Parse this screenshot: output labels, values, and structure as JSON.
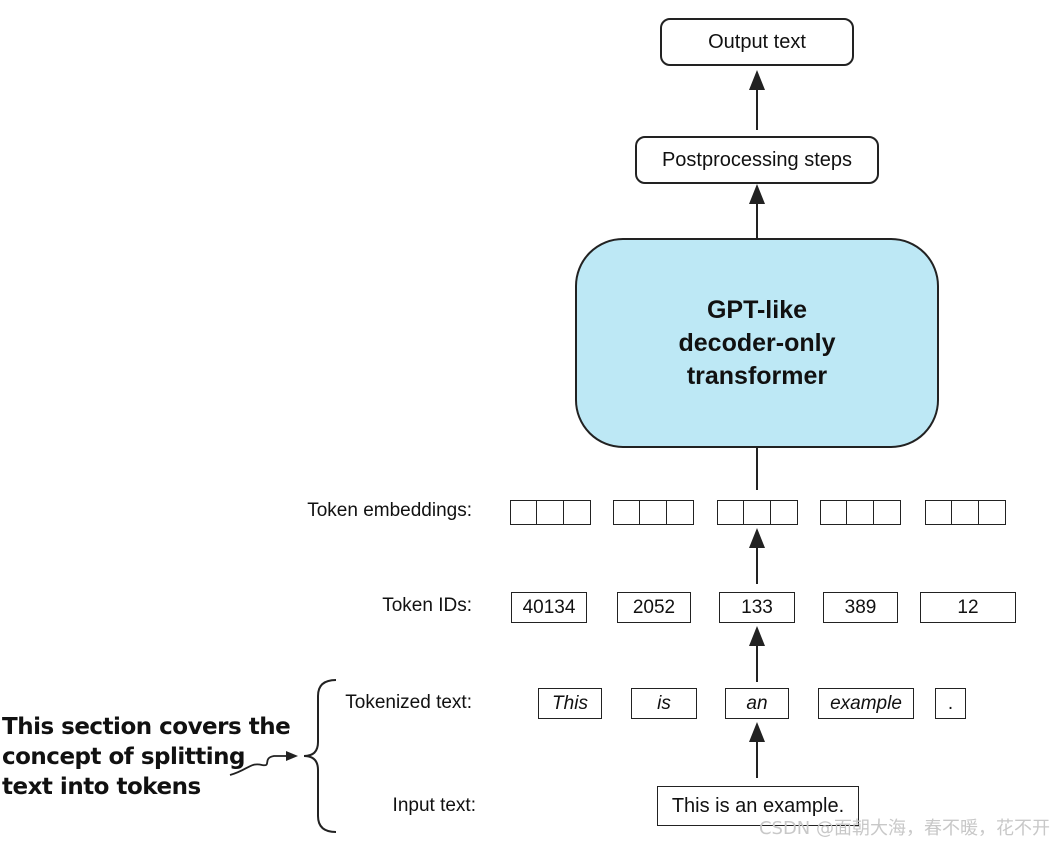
{
  "output_box": "Output text",
  "postprocess_box": "Postprocessing steps",
  "model": {
    "line1": "GPT-like",
    "line2": "decoder-only",
    "line3": "transformer",
    "fill": "#bde8f5"
  },
  "rows": {
    "embeddings_label": "Token embeddings:",
    "ids_label": "Token IDs:",
    "tokenized_label": "Tokenized text:",
    "input_label": "Input text:"
  },
  "token_ids": [
    "40134",
    "2052",
    "133",
    "389",
    "12"
  ],
  "tokens": [
    "This",
    "is",
    "an",
    "example",
    "."
  ],
  "input_text": "This is an example.",
  "callout": {
    "line1": "This section covers the",
    "line2": "concept of splitting",
    "line3": "text into tokens"
  },
  "watermark": "CSDN @面朝大海，春不暖，花不开"
}
